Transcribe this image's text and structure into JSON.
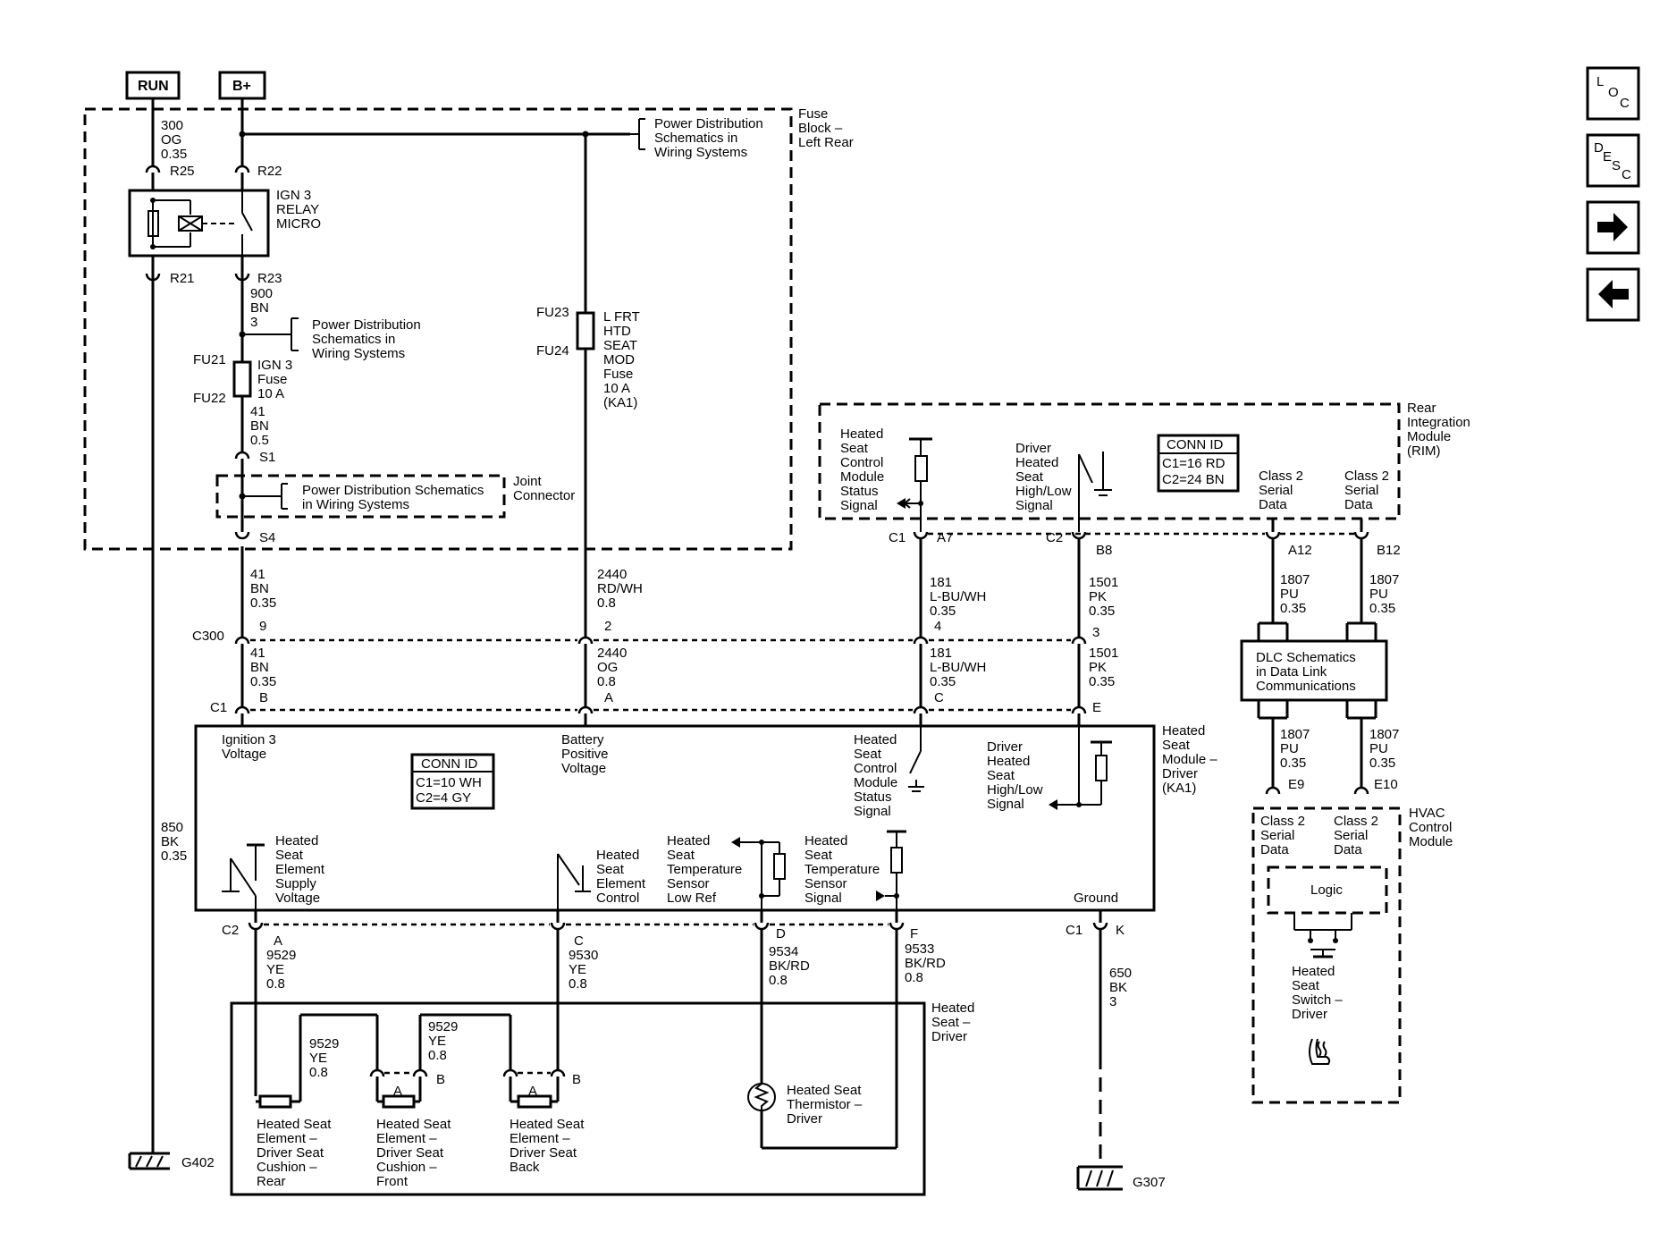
{
  "nav": {
    "loc_l": "L",
    "loc_o": "O",
    "loc_c": "C",
    "desc_d": "D",
    "desc_e": "E",
    "desc_s": "S",
    "desc_c": "C",
    "forward_icon": "arrow-right-icon",
    "back_icon": "arrow-left-icon"
  },
  "power": {
    "run": "RUN",
    "bplus": "B+"
  },
  "fuse_block": {
    "title": [
      "Fuse",
      "Block –",
      "Left Rear"
    ],
    "w300": [
      "300",
      "OG",
      "0.35"
    ],
    "r25": "R25",
    "r22": "R22",
    "r21": "R21",
    "r23": "R23",
    "relay": [
      "IGN 3",
      "RELAY",
      "MICRO"
    ],
    "pds_top": [
      "Power Distribution",
      "Schematics in",
      "Wiring Systems"
    ],
    "w900": [
      "900",
      "BN",
      "3"
    ],
    "pds_mid": [
      "Power Distribution",
      "Schematics in",
      "Wiring Systems"
    ],
    "fu21": "FU21",
    "fu22": "FU22",
    "ign3_fuse": [
      "IGN 3",
      "Fuse",
      "10 A"
    ],
    "w41a": [
      "41",
      "BN",
      "0.5"
    ],
    "s1": "S1",
    "s4": "S4",
    "fu23": "FU23",
    "fu24": "FU24",
    "lfrt_fuse": [
      "L FRT",
      "HTD",
      "SEAT",
      "MOD",
      "Fuse",
      "10 A",
      "(KA1)"
    ],
    "joint_pds": [
      "Power Distribution Schematics",
      "in Wiring Systems"
    ],
    "joint": [
      "Joint",
      "Connector"
    ]
  },
  "rim": {
    "title": [
      "Rear",
      "Integration",
      "Module",
      "(RIM)"
    ],
    "hscm": [
      "Heated",
      "Seat",
      "Control",
      "Module",
      "Status",
      "Signal"
    ],
    "dhs": [
      "Driver",
      "Heated",
      "Seat",
      "High/Low",
      "Signal"
    ],
    "conn": [
      "CONN ID",
      "C1=16 RD",
      "C2=24 BN"
    ],
    "c2sd1": [
      "Class 2",
      "Serial",
      "Data"
    ],
    "c2sd2": [
      "Class 2",
      "Serial",
      "Data"
    ],
    "c1": "C1",
    "a7": "A7",
    "c2": "C2",
    "b8": "B8",
    "a12": "A12",
    "b12": "B12"
  },
  "wires": {
    "w41b": [
      "41",
      "BN",
      "0.35"
    ],
    "w2440a": [
      "2440",
      "RD/WH",
      "0.8"
    ],
    "w181a": [
      "181",
      "L-BU/WH",
      "0.35"
    ],
    "w1501a": [
      "1501",
      "PK",
      "0.35"
    ],
    "w1807a": [
      "1807",
      "PU",
      "0.35"
    ],
    "w1807b": [
      "1807",
      "PU",
      "0.35"
    ],
    "c300": "C300",
    "p9": "9",
    "p2": "2",
    "p4": "4",
    "p3": "3",
    "w41c": [
      "41",
      "BN",
      "0.35"
    ],
    "w2440b": [
      "2440",
      "OG",
      "0.8"
    ],
    "w181b": [
      "181",
      "L-BU/WH",
      "0.35"
    ],
    "w1501b": [
      "1501",
      "PK",
      "0.35"
    ],
    "c1": "C1",
    "pB": "B",
    "pA": "A",
    "pC": "C",
    "pE": "E",
    "w850": [
      "850",
      "BK",
      "0.35"
    ],
    "w1807c": [
      "1807",
      "PU",
      "0.35"
    ],
    "w1807d": [
      "1807",
      "PU",
      "0.35"
    ],
    "e9": "E9",
    "e10": "E10"
  },
  "dlc": [
    "DLC Schematics",
    "in Data Link",
    "Communications"
  ],
  "hsm": {
    "title": [
      "Heated",
      "Seat",
      "Module –",
      "Driver",
      "(KA1)"
    ],
    "ign3v": [
      "Ignition 3",
      "Voltage"
    ],
    "batt": [
      "Battery",
      "Positive",
      "Voltage"
    ],
    "conn": [
      "CONN ID",
      "C1=10 WH",
      "C2=4 GY"
    ],
    "hscm": [
      "Heated",
      "Seat",
      "Control",
      "Module",
      "Status",
      "Signal"
    ],
    "dhs": [
      "Driver",
      "Heated",
      "Seat",
      "High/Low",
      "Signal"
    ],
    "esv": [
      "Heated",
      "Seat",
      "Element",
      "Supply",
      "Voltage"
    ],
    "ec": [
      "Heated",
      "Seat",
      "Element",
      "Control"
    ],
    "tslr": [
      "Heated",
      "Seat",
      "Temperature",
      "Sensor",
      "Low Ref"
    ],
    "tss": [
      "Heated",
      "Seat",
      "Temperature",
      "Sensor",
      "Signal"
    ],
    "ground": "Ground"
  },
  "hvac": {
    "title": [
      "HVAC",
      "Control",
      "Module"
    ],
    "c2sd1": [
      "Class 2",
      "Serial",
      "Data"
    ],
    "c2sd2": [
      "Class 2",
      "Serial",
      "Data"
    ],
    "logic": "Logic",
    "switch": [
      "Heated",
      "Seat",
      "Switch –",
      "Driver"
    ]
  },
  "lower": {
    "c2": "C2",
    "pA": "A",
    "pC": "C",
    "pD": "D",
    "pF": "F",
    "c1": "C1",
    "pK": "K",
    "w9529": [
      "9529",
      "YE",
      "0.8"
    ],
    "w9530": [
      "9530",
      "YE",
      "0.8"
    ],
    "w9534": [
      "9534",
      "BK/RD",
      "0.8"
    ],
    "w9533": [
      "9533",
      "BK/RD",
      "0.8"
    ],
    "w650": [
      "650",
      "BK",
      "3"
    ],
    "hsd": [
      "Heated",
      "Seat –",
      "Driver"
    ],
    "w9529b": [
      "9529",
      "YE",
      "0.8"
    ],
    "w9529c": [
      "9529",
      "YE",
      "0.8"
    ],
    "cA1": "A",
    "cB1": "B",
    "cA2": "A",
    "cB2": "B",
    "el1": [
      "Heated Seat",
      "Element –",
      "Driver Seat",
      "Cushion –",
      "Rear"
    ],
    "el2": [
      "Heated Seat",
      "Element –",
      "Driver Seat",
      "Cushion –",
      "Front"
    ],
    "el3": [
      "Heated Seat",
      "Element –",
      "Driver Seat",
      "Back"
    ],
    "therm": [
      "Heated Seat",
      "Thermistor –",
      "Driver"
    ],
    "g402": "G402",
    "g307": "G307"
  }
}
